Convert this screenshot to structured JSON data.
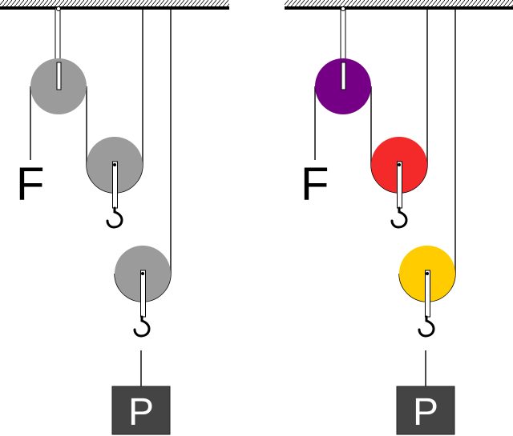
{
  "diagrams": [
    {
      "id": "left",
      "force_label": "F",
      "weight_label": "P",
      "pulley_colors": [
        "#9b9b9b",
        "#9b9b9b",
        "#9b9b9b"
      ]
    },
    {
      "id": "right",
      "force_label": "F",
      "weight_label": "P",
      "pulley_colors": [
        "#750085",
        "#f42a2a",
        "#ffcc00"
      ]
    }
  ],
  "colors": {
    "ceiling": "#000000",
    "rope": "#000000",
    "weight_box": "#444444",
    "weight_text": "#ffffff"
  },
  "icons": [
    "hook-icon",
    "pulley-icon",
    "ceiling-hatch"
  ]
}
